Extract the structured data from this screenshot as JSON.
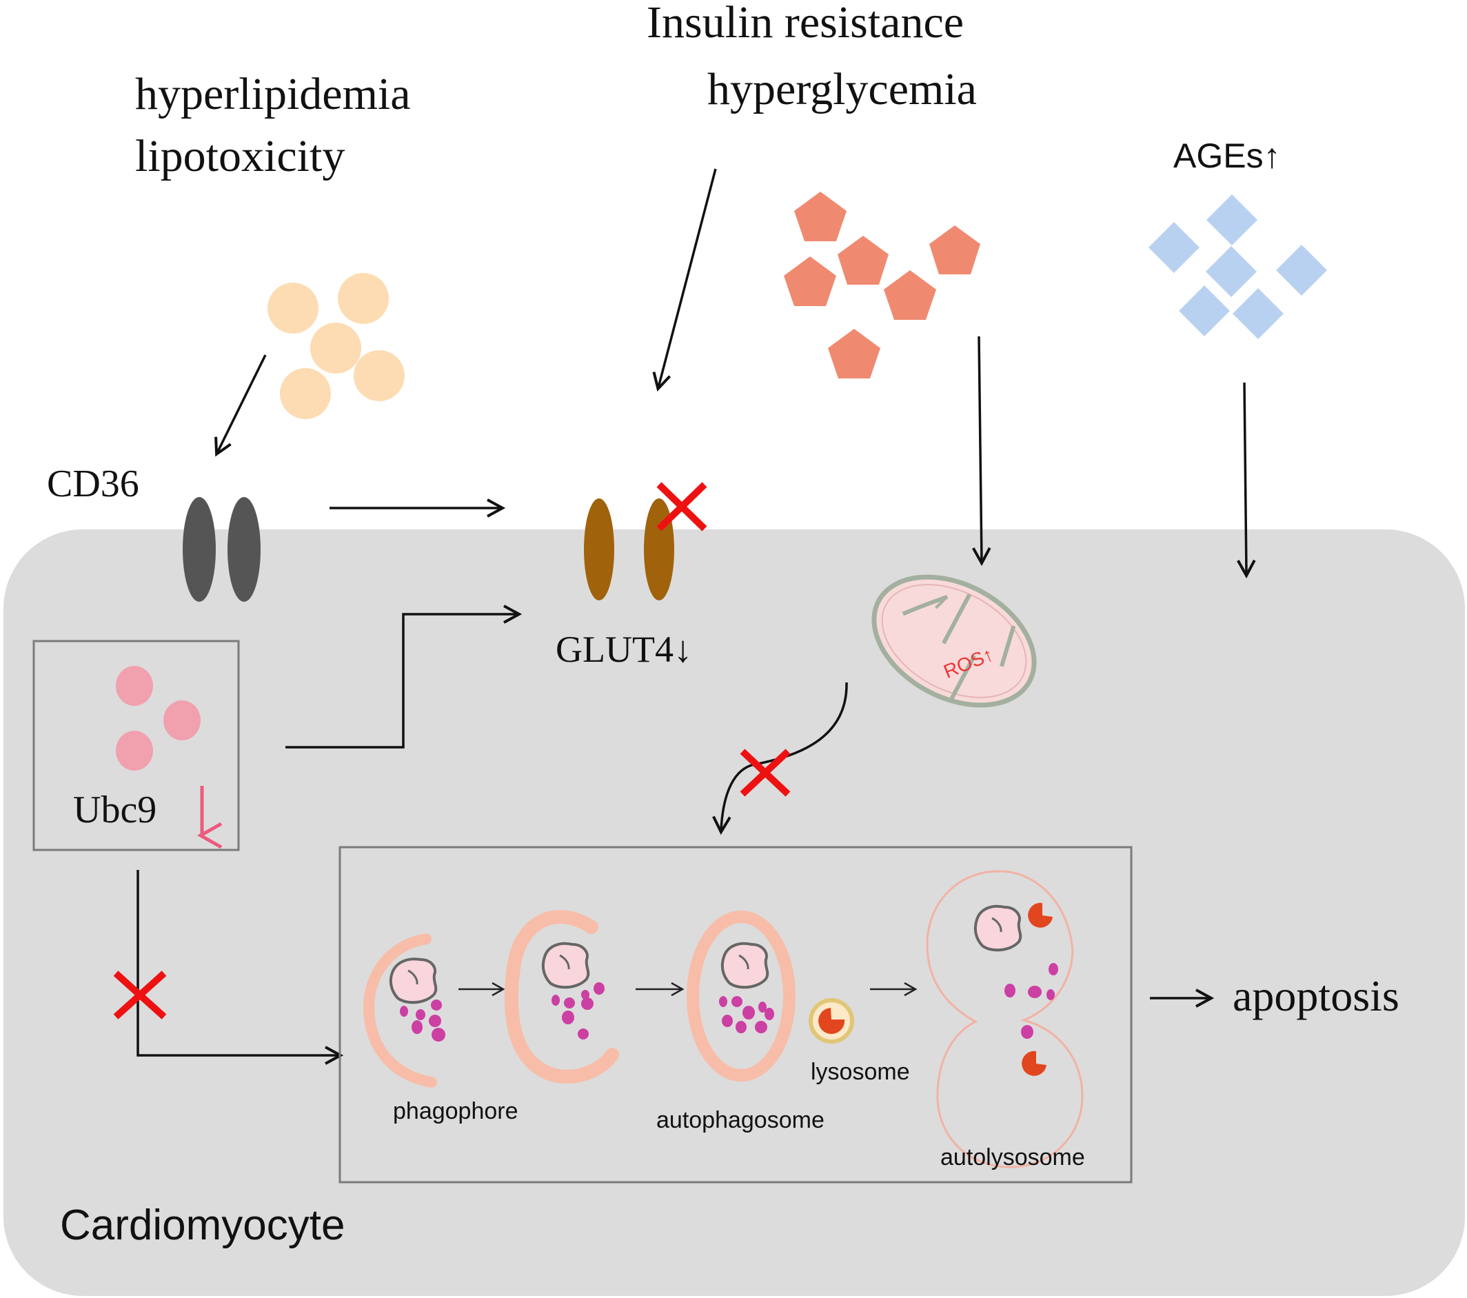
{
  "texts": {
    "hyperlipidemia": "hyperlipidemia",
    "lipotoxicity": "lipotoxicity",
    "insulin_resistance": "Insulin resistance",
    "hyperglycemia": "hyperglycemia",
    "ages": "AGEs↑",
    "cd36": "CD36",
    "glut4": "GLUT4↓",
    "ubc9": "Ubc9",
    "ubc9_arrow": "↓",
    "ros": "ROS↑",
    "phagophore": "phagophore",
    "autophagosome": "autophagosome",
    "lysosome": "lysosome",
    "autolysosome": "autolysosome",
    "apoptosis": "apoptosis",
    "cell": "Cardiomyocyte"
  },
  "colors": {
    "cell_fill": "#dcdcdc",
    "lipid": "#fddcb3",
    "glucose": "#ef8a70",
    "ages": "#b9d1f1",
    "cd36": "#555555",
    "glut4": "#a0620b",
    "ubc9": "#f1a0ae",
    "block_x": "#ee1111",
    "membrane": "#f5b9a6",
    "cargo": "#cc3fa3",
    "lysosome_core": "#e2461e"
  }
}
